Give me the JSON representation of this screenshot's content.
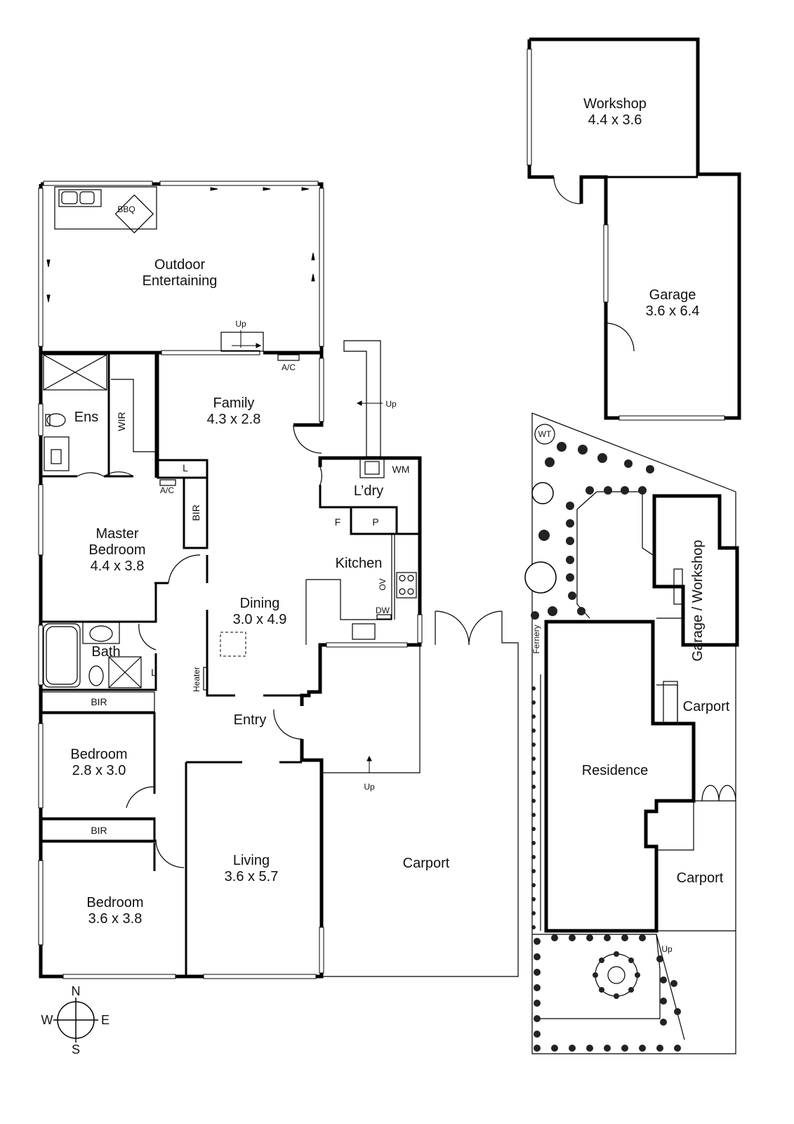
{
  "rooms": {
    "outdoor": {
      "name1": "Outdoor",
      "name2": "Entertaining"
    },
    "family": {
      "name": "Family",
      "size": "4.3 x 2.8"
    },
    "ens": {
      "name": "Ens"
    },
    "wir": {
      "name": "WIR"
    },
    "laundry": {
      "name": "L’dry"
    },
    "wm": {
      "name": "WM"
    },
    "fridge": {
      "name": "F"
    },
    "pantry": {
      "name": "P"
    },
    "kitchen": {
      "name": "Kitchen"
    },
    "ov": {
      "name": "OV"
    },
    "dw": {
      "name": "DW"
    },
    "master": {
      "name1": "Master",
      "name2": "Bedroom",
      "size": "4.4 x 3.8"
    },
    "dining": {
      "name": "Dining",
      "size": "3.0 x 4.9"
    },
    "bath": {
      "name": "Bath"
    },
    "bed2": {
      "name": "Bedroom",
      "size": "2.8 x 3.0"
    },
    "bed3": {
      "name": "Bedroom",
      "size": "3.6 x 3.8"
    },
    "living": {
      "name": "Living",
      "size": "3.6 x 5.7"
    },
    "entry": {
      "name": "Entry"
    },
    "carport": {
      "name": "Carport"
    },
    "workshop": {
      "name": "Workshop",
      "size": "4.4 x 3.6"
    },
    "garage": {
      "name": "Garage",
      "size": "3.6 x 6.4"
    }
  },
  "fixtures": {
    "bbq": "BBQ",
    "up": "Up",
    "ac": "A/C",
    "linen": "L",
    "bir": "BIR",
    "bir_master": "BIR",
    "heater": "Heater"
  },
  "site": {
    "wt": "WT",
    "fernery": "Fernery",
    "garage_workshop": "Garage / Workshop",
    "carport_top": "Carport",
    "residence": "Residence",
    "carport_bottom": "Carport",
    "up": "Up"
  },
  "compass": {
    "n": "N",
    "s": "S",
    "e": "E",
    "w": "W"
  }
}
